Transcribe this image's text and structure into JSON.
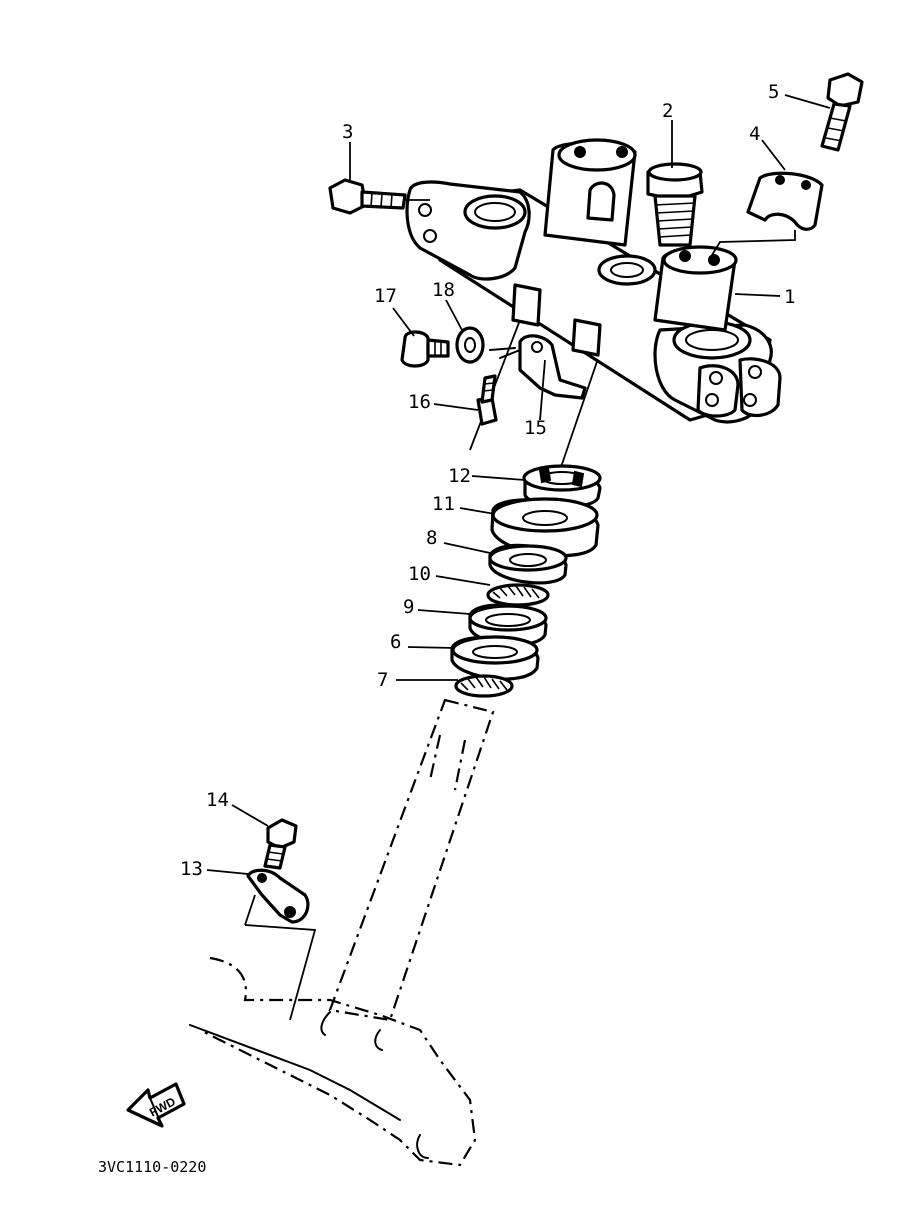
{
  "diagram": {
    "callouts": [
      "1",
      "2",
      "3",
      "4",
      "5",
      "6",
      "7",
      "8",
      "9",
      "10",
      "11",
      "12",
      "13",
      "14",
      "15",
      "16",
      "17",
      "18"
    ],
    "fwd_label": "FWD",
    "drawing_code": "3VC1110-0220"
  }
}
